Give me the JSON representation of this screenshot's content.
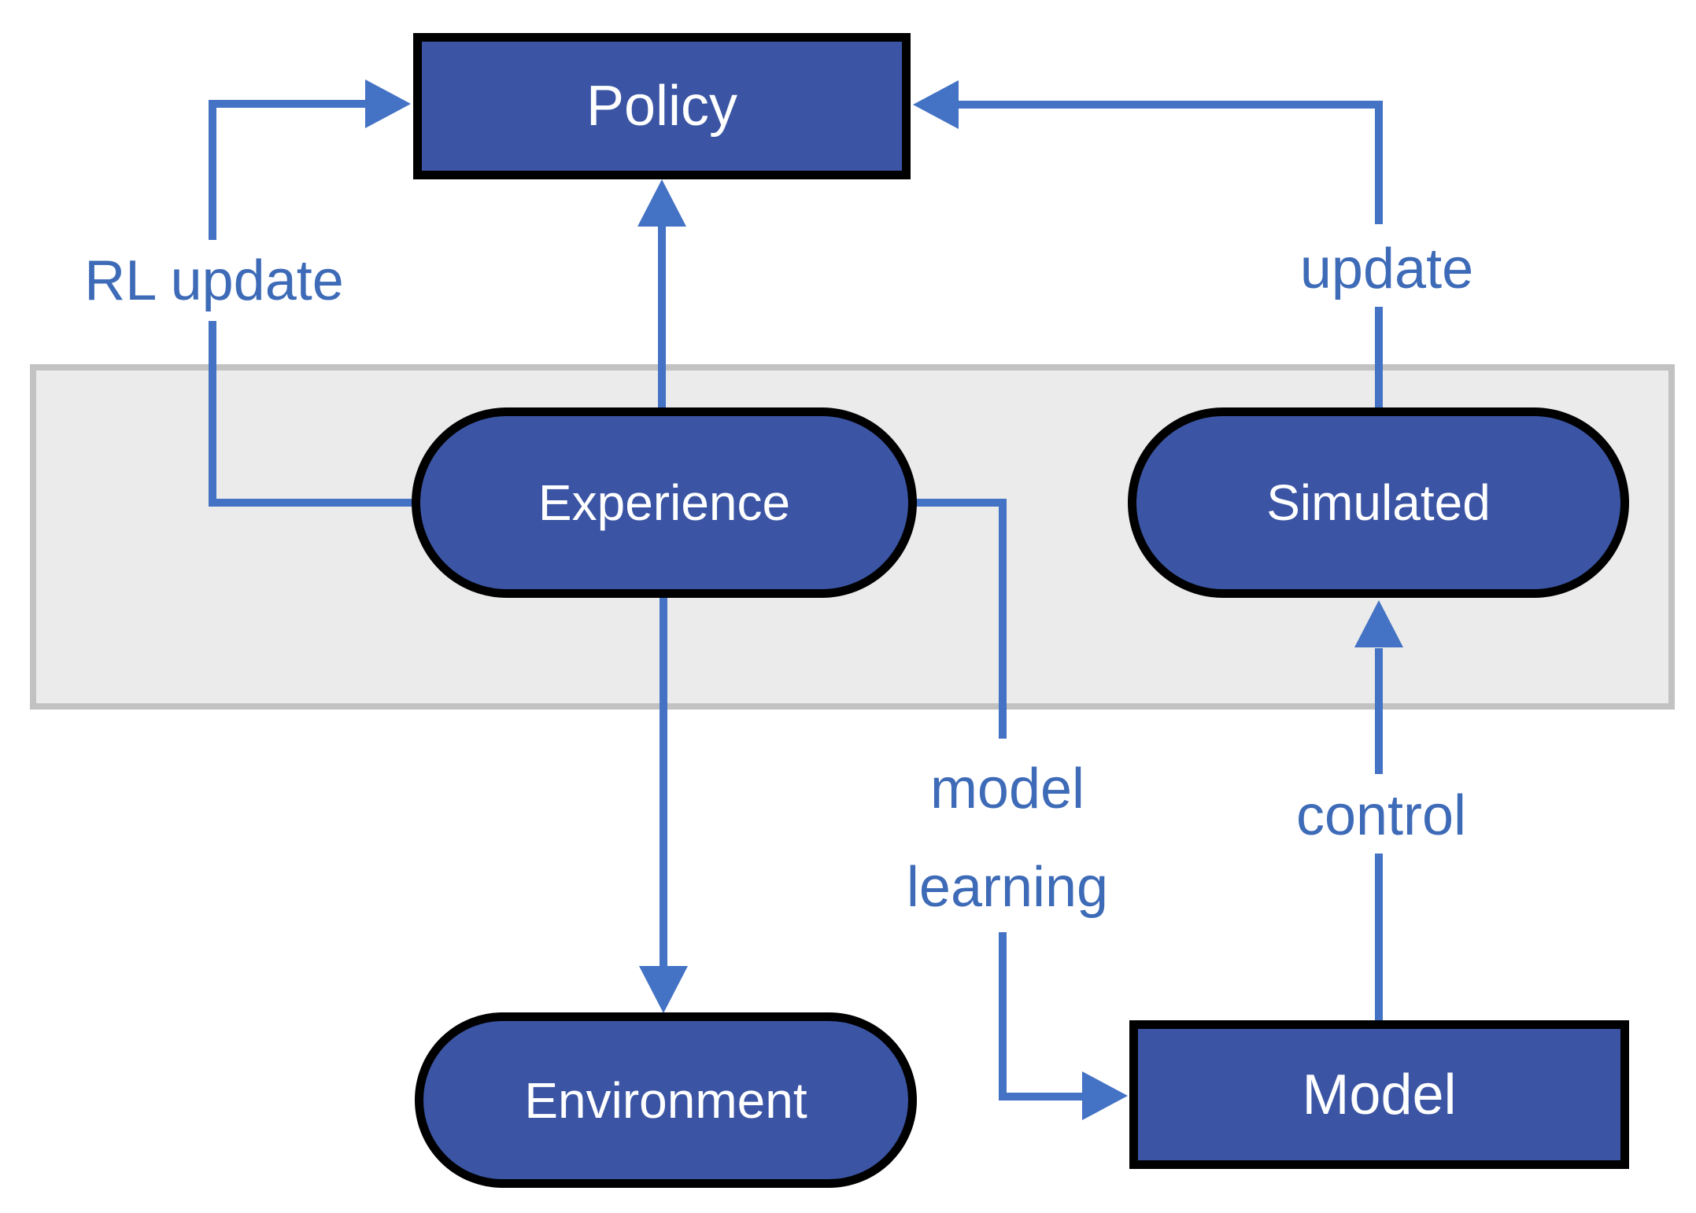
{
  "diagram": {
    "nodes": {
      "policy": {
        "label": "Policy"
      },
      "experience": {
        "label": "Experience"
      },
      "simulated": {
        "label": "Simulated"
      },
      "environment": {
        "label": "Environment"
      },
      "model": {
        "label": "Model"
      }
    },
    "edge_labels": {
      "rl_update": "RL update",
      "update": "update",
      "model_learning_line1": "model",
      "model_learning_line2": "learning",
      "control": "control"
    },
    "colors": {
      "node_fill": "#3B55A4",
      "node_border": "#000000",
      "arrow": "#4472C4",
      "label_text": "#3E6BB7",
      "node_text": "#FFFFFF",
      "band_fill": "#EBEBEB",
      "band_border": "#C2C2C2"
    }
  }
}
